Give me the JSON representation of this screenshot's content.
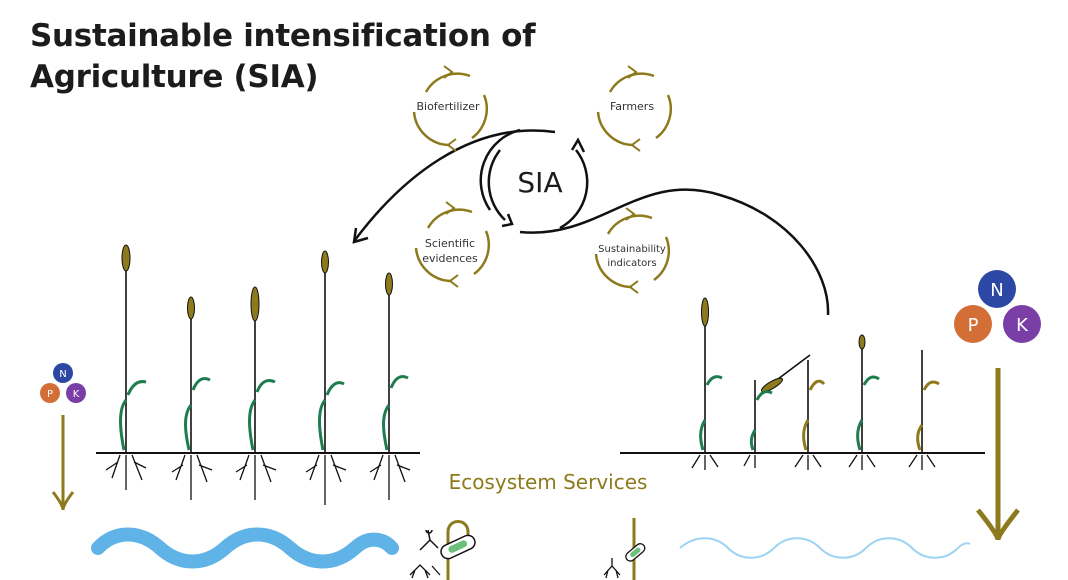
{
  "title": {
    "line1": "Sustainable intensification of",
    "line2": "Agriculture (SIA)"
  },
  "center_label": "SIA",
  "cycles": {
    "biofertilizer": "Biofertilizer",
    "farmers": "Farmers",
    "scientific": [
      "Scientific",
      "evidences"
    ],
    "sustainability": [
      "Sustainability",
      "indicators"
    ]
  },
  "nutrients": {
    "n": "N",
    "p": "P",
    "k": "K"
  },
  "ecosystem_label": "Ecosystem Services",
  "colors": {
    "gold": "#8d7a1c",
    "stem_green": "#1e7d4f",
    "water": "#5fb3e6",
    "water_light": "#9fd3f2",
    "n_blue": "#2c48a4",
    "p_orange": "#d36f36",
    "k_purple": "#7a3fa6",
    "text_dark": "#1c1c1c"
  }
}
